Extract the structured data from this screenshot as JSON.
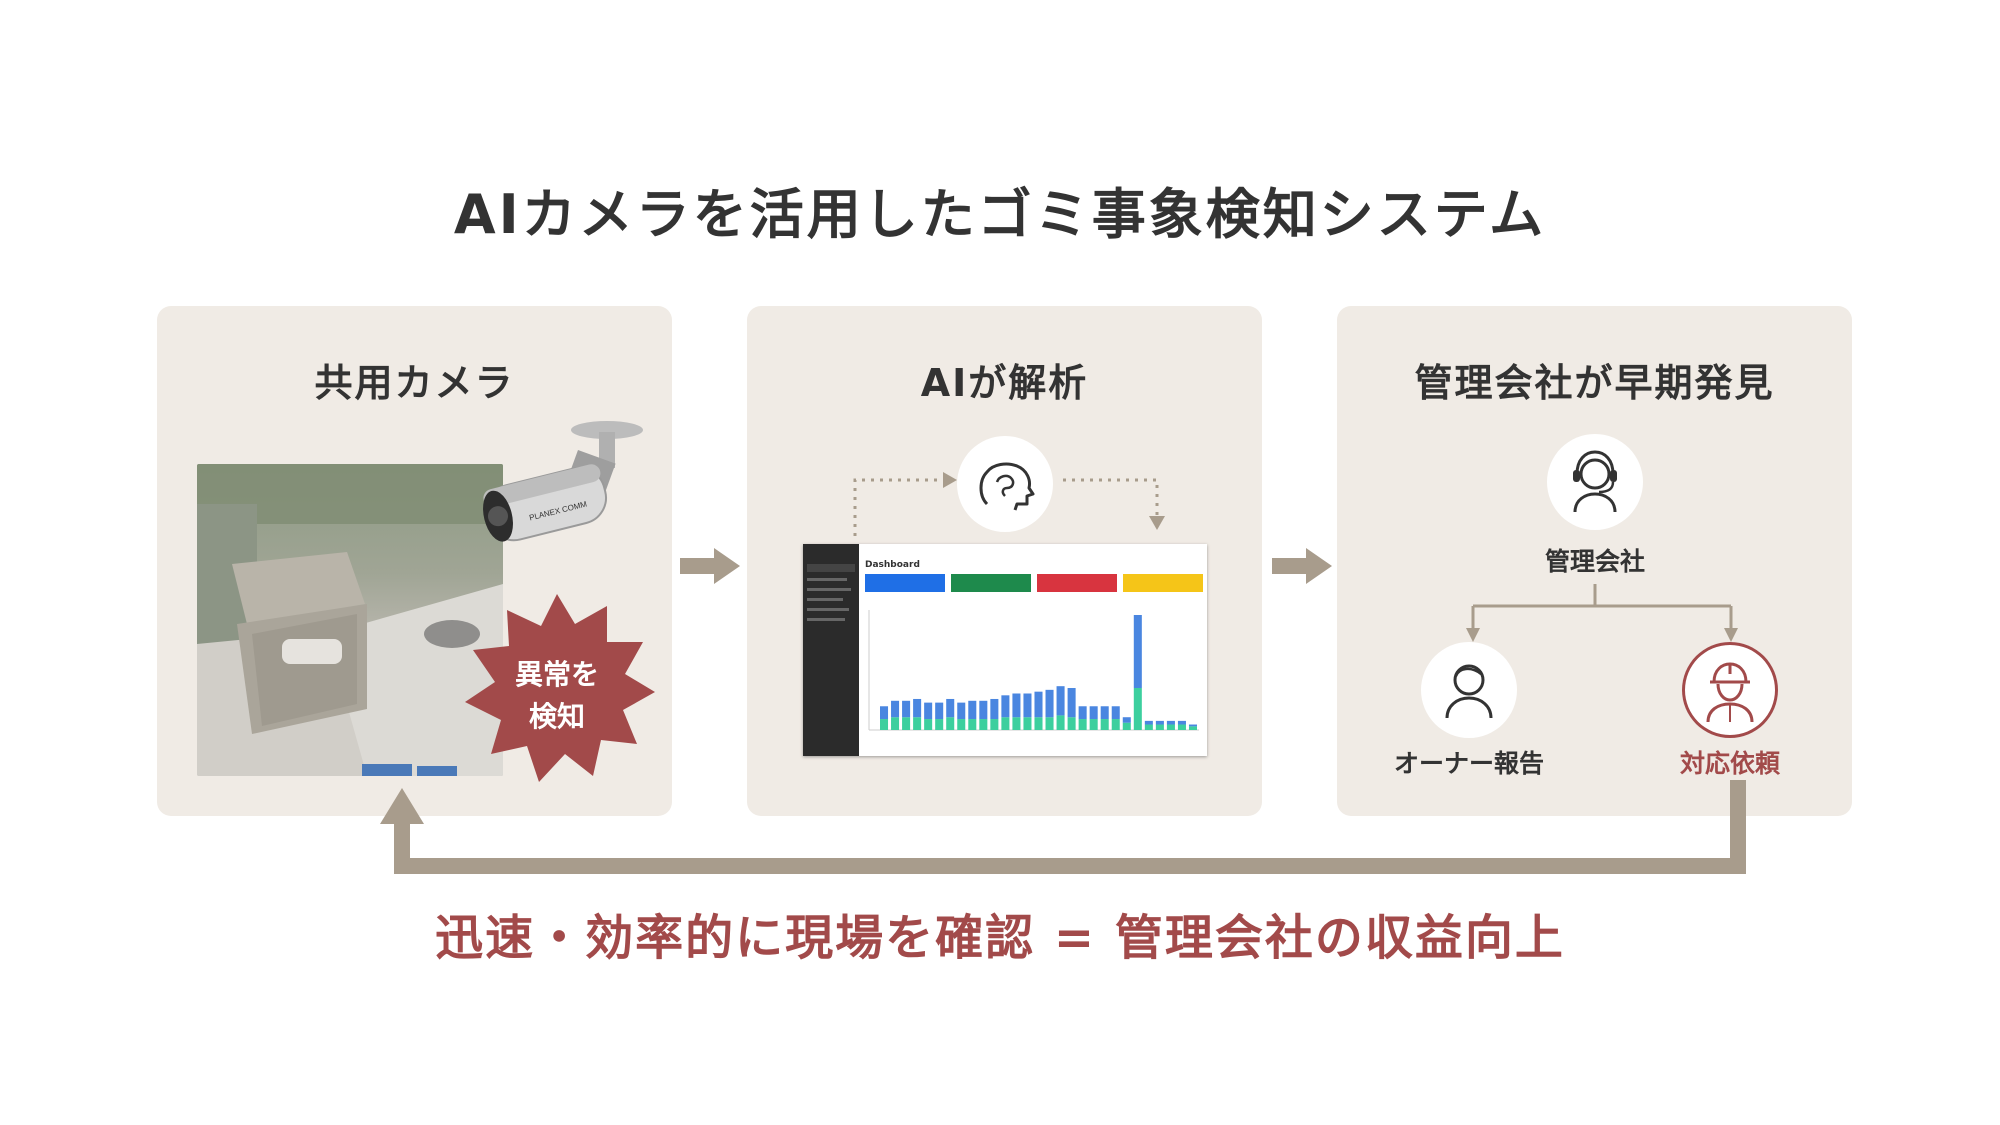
{
  "title": "AIカメラを活用したゴミ事象検知システム",
  "panels": {
    "camera": {
      "title": "共用カメラ",
      "badge_line1": "異常を",
      "badge_line2": "検知",
      "camera_brand": "PLANEX COMM"
    },
    "ai": {
      "title": "AIが解析",
      "dashboard_title": "Dashboard"
    },
    "company": {
      "title": "管理会社が早期発見",
      "top_label": "管理会社",
      "left_label": "オーナー報告",
      "right_label": "対応依頼"
    }
  },
  "bottom_text": "迅速・効率的に現場を確認 = 管理会社の収益向上",
  "colors": {
    "accent_red": "#a24a4a",
    "arrow_brown": "#a89c8c",
    "panel_bg": "#f0ebe5",
    "dash_blue": "#1f6fe6",
    "dash_green": "#1e8a4c",
    "dash_red": "#d8343f",
    "dash_yellow": "#f5c518"
  },
  "icons": [
    "brain-icon",
    "headset-operator-icon",
    "person-icon",
    "worker-helmet-icon",
    "security-camera-icon"
  ],
  "chart_data": {
    "type": "bar",
    "series": [
      {
        "values": [
          6,
          7,
          7,
          7,
          6,
          6,
          7,
          6,
          6,
          6,
          6,
          7,
          7,
          7,
          7,
          7,
          8,
          7,
          6,
          6,
          6,
          6,
          4,
          23,
          3,
          3,
          3,
          3,
          2
        ]
      },
      {
        "values": [
          7,
          9,
          9,
          10,
          9,
          9,
          10,
          9,
          10,
          10,
          11,
          12,
          13,
          13,
          14,
          15,
          16,
          16,
          7,
          7,
          7,
          7,
          3,
          40,
          2,
          2,
          2,
          2,
          1
        ]
      }
    ],
    "stacked": true
  }
}
